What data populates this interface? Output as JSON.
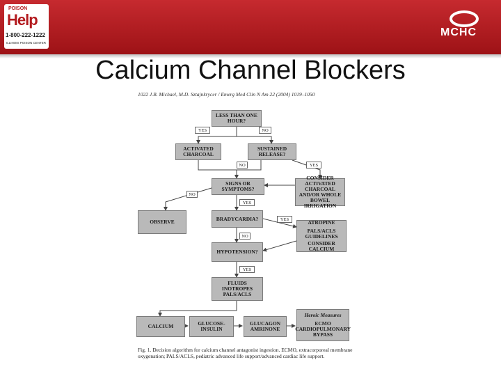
{
  "header": {
    "logo_left": {
      "line1": "POISON",
      "line2": "Help",
      "phone": "1-800-222-1222",
      "center": "ILLINOIS POISON CENTER"
    },
    "logo_right_text": "MCHC",
    "bar_color": "#b31b1f"
  },
  "slide_title": "Calcium Channel Blockers",
  "figure": {
    "citation": "1022   J.B. Michael, M.D. Sztajnkrycer / Emerg Med Clin N Am 22 (2004) 1019–1050",
    "nodes": {
      "less_than_one_hour": "LESS THAN ONE HOUR?",
      "activated_charcoal": "ACTIVATED CHARCOAL",
      "sustained_release": "SUSTAINED RELEASE?",
      "signs_symptoms": "SIGNS OR SYMPTOMS?",
      "consider_activated": "CONSIDER ACTIVATED CHARCOAL AND/OR WHOLE BOWEL IRRIGATION",
      "observe": "OBSERVE",
      "bradycardia": "BRADYCARDIA?",
      "atropine_title": "ATROPINE",
      "atropine_pals": "PALS/ACLS GUIDELINES",
      "atropine_calcium": "CONSIDER CALCIUM",
      "hypotension": "HYPOTENSION?",
      "fluids": "FLUIDS INOTROPES PALS/ACLS",
      "calcium": "CALCIUM",
      "glucose_insulin": "GLUCOSE-INSULIN",
      "glucagon": "GLUCAGON AMRINONE",
      "heroic_title": "Heroic Measures",
      "heroic_body": "ECMO CARDIOPULMONARY BYPASS"
    },
    "labels": {
      "yes_1": "YES",
      "no_1": "NO",
      "no_2": "NO",
      "yes_2": "YES",
      "no_3": "NO",
      "yes_3": "YES",
      "yes_4": "YES",
      "no_4": "NO",
      "yes_5": "YES"
    },
    "caption": "Fig. 1.  Decision algorithm for calcium channel antagonist ingestion. ECMO, extracorporeal membrane oxygenation; PALS/ACLS, pediatric advanced life support/advanced cardiac life support."
  }
}
